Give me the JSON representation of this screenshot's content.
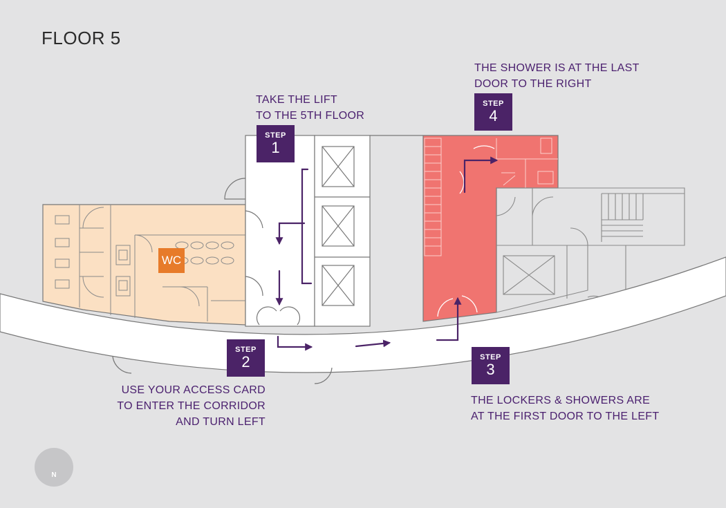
{
  "title": "FLOOR 5",
  "step_label": "STEP",
  "steps": [
    {
      "number": "1",
      "lines": [
        "TAKE THE LIFT",
        "TO THE 5TH FLOOR"
      ]
    },
    {
      "number": "2",
      "lines": [
        "USE YOUR ACCESS CARD",
        "TO ENTER THE CORRIDOR",
        "AND TURN LEFT"
      ]
    },
    {
      "number": "3",
      "lines": [
        "THE LOCKERS & SHOWERS ARE",
        "AT THE FIRST DOOR TO THE LEFT"
      ]
    },
    {
      "number": "4",
      "lines": [
        "THE SHOWER IS AT THE LAST",
        "DOOR TO THE RIGHT"
      ]
    }
  ],
  "wc_label": "WC",
  "compass_label": "N",
  "colors": {
    "background": "#e3e3e4",
    "step_badge": "#4b2367",
    "route_arrow": "#4b2367",
    "text": "#4a1f6e",
    "wc_area": "#fbe0c3",
    "wc_badge": "#e77b2a",
    "shower_area": "#f07470",
    "lines": "#6d6e71"
  },
  "icons": [
    "compass-north-icon",
    "lift-icon",
    "stair-icon",
    "door-icon",
    "route-arrow-icon"
  ]
}
